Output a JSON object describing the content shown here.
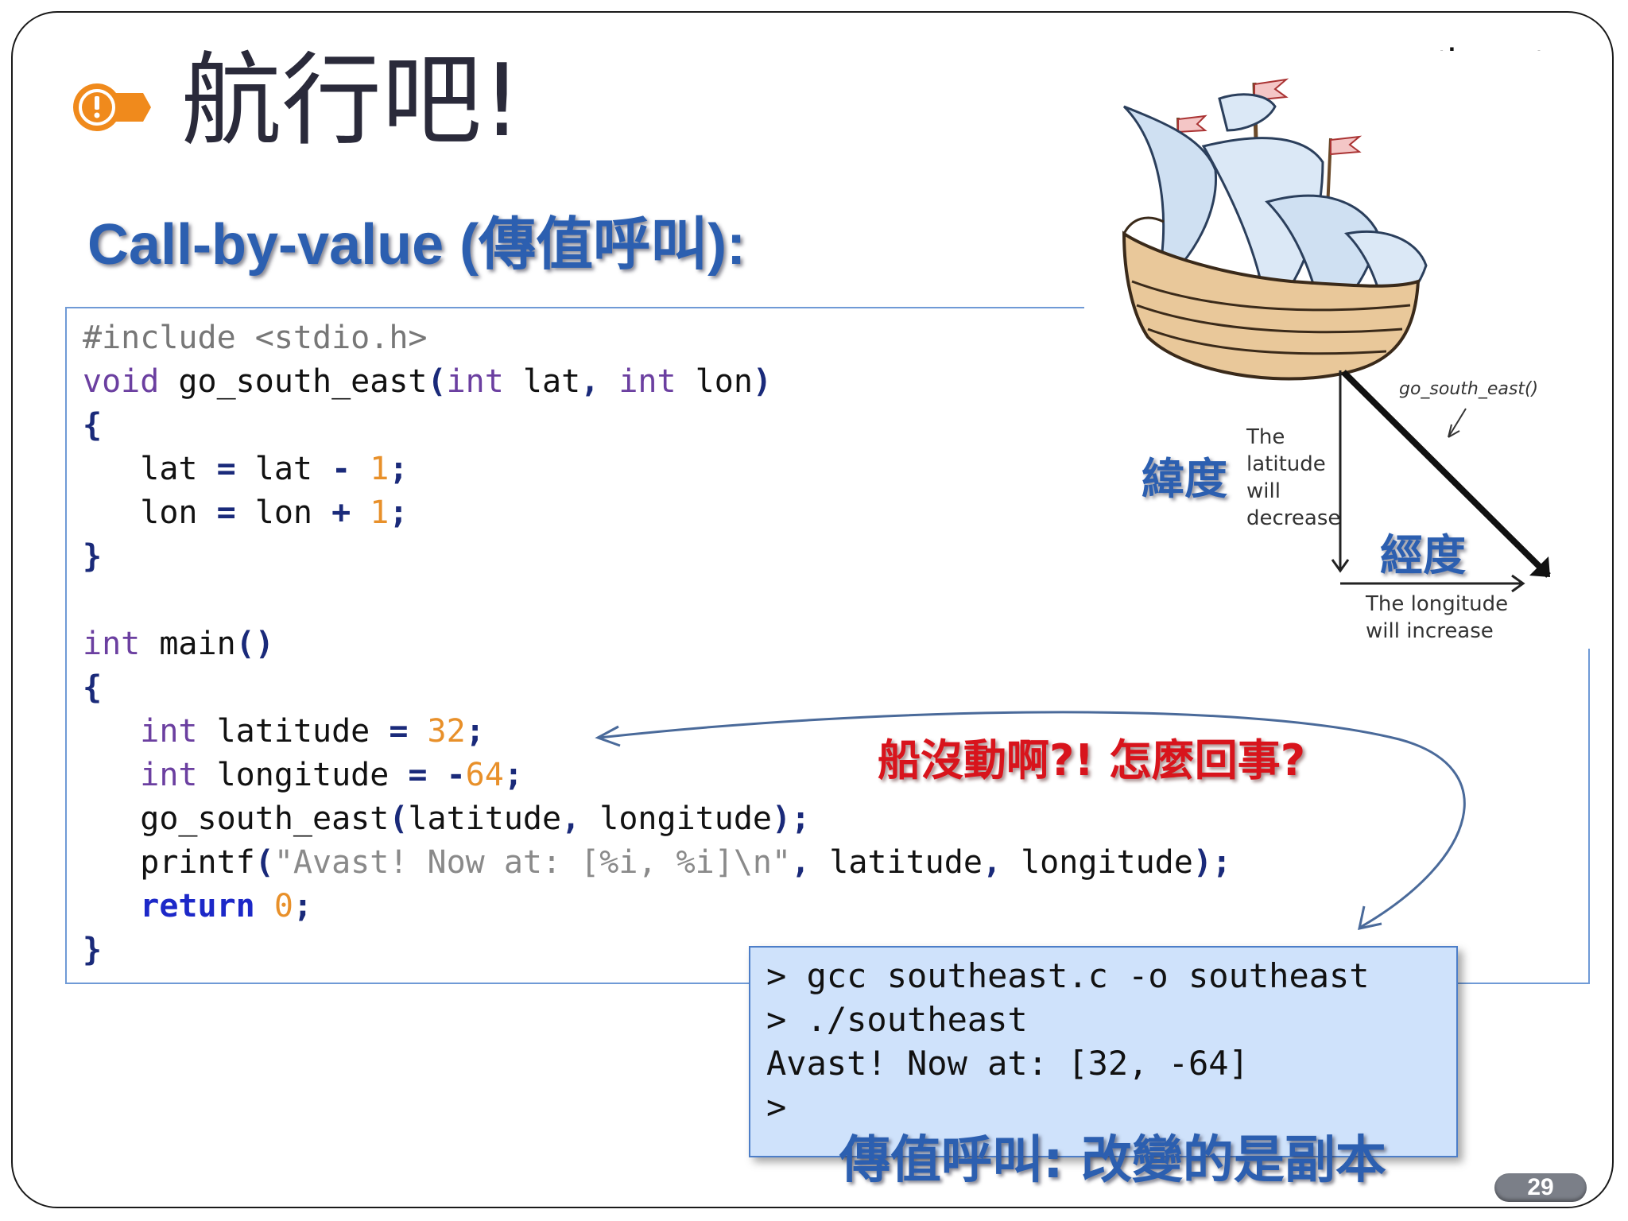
{
  "slide": {
    "title": "航行吧!",
    "file_name": "southeast.c",
    "subtitle": "Call-by-value (傳值呼叫):",
    "page_number": "29"
  },
  "code": {
    "l1_pp": "#include <stdio.h>",
    "l2_kw1": "void",
    "l2_name": " go_south_east",
    "l2_open": "(",
    "l2_kw2": "int",
    "l2_a": " lat",
    "l2_comma": ",",
    "l2_kw3": " int",
    "l2_b": " lon",
    "l2_close": ")",
    "brace_open": "{",
    "brace_close": "}",
    "l4_a": "   lat ",
    "l4_eq": "=",
    "l4_b": " lat ",
    "l4_op": "-",
    "l4_num": " 1",
    "semi": ";",
    "l5_a": "   lon ",
    "l5_eq": "=",
    "l5_b": " lon ",
    "l5_op": "+",
    "l5_num": " 1",
    "l8_kw": "int",
    "l8_name": " main",
    "l8_paren": "()",
    "l10_kw": "   int",
    "l10_var": " latitude ",
    "l10_eq": "=",
    "l10_num": " 32",
    "l11_kw": "   int",
    "l11_var": " longitude ",
    "l11_eq": "=",
    "l11_minus": " -",
    "l11_num": "64",
    "l12_call": "   go_south_east",
    "l12_open": "(",
    "l12_a": "latitude",
    "l12_comma": ",",
    "l12_b": " longitude",
    "l12_close": ")",
    "l13_fn": "   printf",
    "l13_open": "(",
    "l13_str": "\"Avast! Now at: [%i, %i]\\n\"",
    "l13_comma1": ",",
    "l13_a": " latitude",
    "l13_comma2": ",",
    "l13_b": " longitude",
    "l13_close": ")",
    "l14_kw": "   return",
    "l14_num": " 0"
  },
  "illustration": {
    "fn_label": "go_south_east()",
    "lat_note": [
      "The",
      "latitude",
      "will",
      "decrease"
    ],
    "lon_note": [
      "The longitude",
      "will increase"
    ],
    "lat_cn": "緯度",
    "lon_cn": "經度"
  },
  "annotation": {
    "question": "船沒動啊?! 怎麼回事?"
  },
  "terminal": {
    "lines": [
      "> gcc southeast.c -o southeast",
      "> ./southeast",
      "Avast! Now at: [32, -64]",
      ">"
    ],
    "caption": "傳值呼叫: 改變的是副本"
  },
  "colors": {
    "accent_blue": "#2c5fb0",
    "keyword_purple": "#6b3fa0",
    "number_orange": "#e8902a",
    "question_red": "#d8141c",
    "terminal_bg": "#cfe2fb"
  },
  "icons": [
    "alert-bubble-icon",
    "ship-icon"
  ]
}
